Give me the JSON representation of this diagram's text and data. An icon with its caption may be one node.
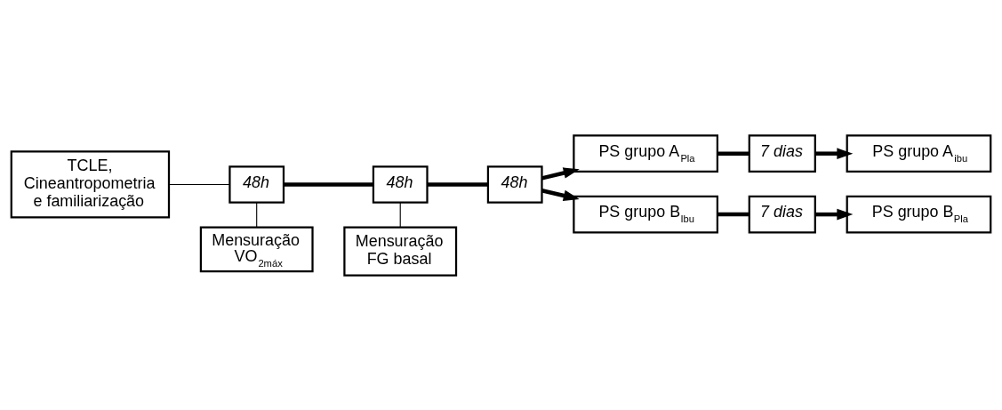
{
  "diagram": {
    "nodes": [
      {
        "text": [
          "TCLE, Cineantropometria e familiarização"
        ]
      },
      {
        "text": [
          "Mensuração FG basal"
        ]
      },
      {
        "text": [
          "48h"
        ]
      },
      {
        "text": [
          "48h"
        ]
      },
      {
        "text": [
          "48h"
        ]
      },
      {
        "text": [
          "Mensuração VO$_{2máx}$"
        ]
      },
      {
        "text": [
          "PS grupo A$_{Pla}$"
        ]
      },
      {
        "text": [
          "7 dias"
        ]
      },
      {
        "text": [
          "PS grupo A$_{ibu}$"
        ]
      },
      {
        "text": [
          "PS grupo B$_{Ibu}$"
        ]
      },
      {
        "text": [
          "7 dias"
        ]
      },
      {
        "text": [
          "PS grupo B$_{Pla}$"
        ]
      }
    ],
    "edges": [
      {
        "from": 0,
        "to": 2,
        "arrow": "none"
      },
      {
        "from": 2,
        "to": 3,
        "arrow": "none"
      },
      {
        "from": 2,
        "to": 5,
        "arrow": "none"
      },
      {
        "from": 3,
        "to": 4,
        "arrow": "none"
      },
      {
        "from": 3,
        "to": 1,
        "arrow": "none"
      },
      {
        "from": 4,
        "to": 6,
        "arrow": "to"
      },
      {
        "from": 4,
        "to": 9,
        "arrow": "to"
      },
      {
        "from": 6,
        "to": 7,
        "arrow": "none"
      },
      {
        "from": 7,
        "to": 8,
        "arrow": "to"
      },
      {
        "from": 9,
        "to": 10,
        "arrow": "none"
      },
      {
        "from": 10,
        "to": 11,
        "arrow": "to"
      }
    ]
  }
}
